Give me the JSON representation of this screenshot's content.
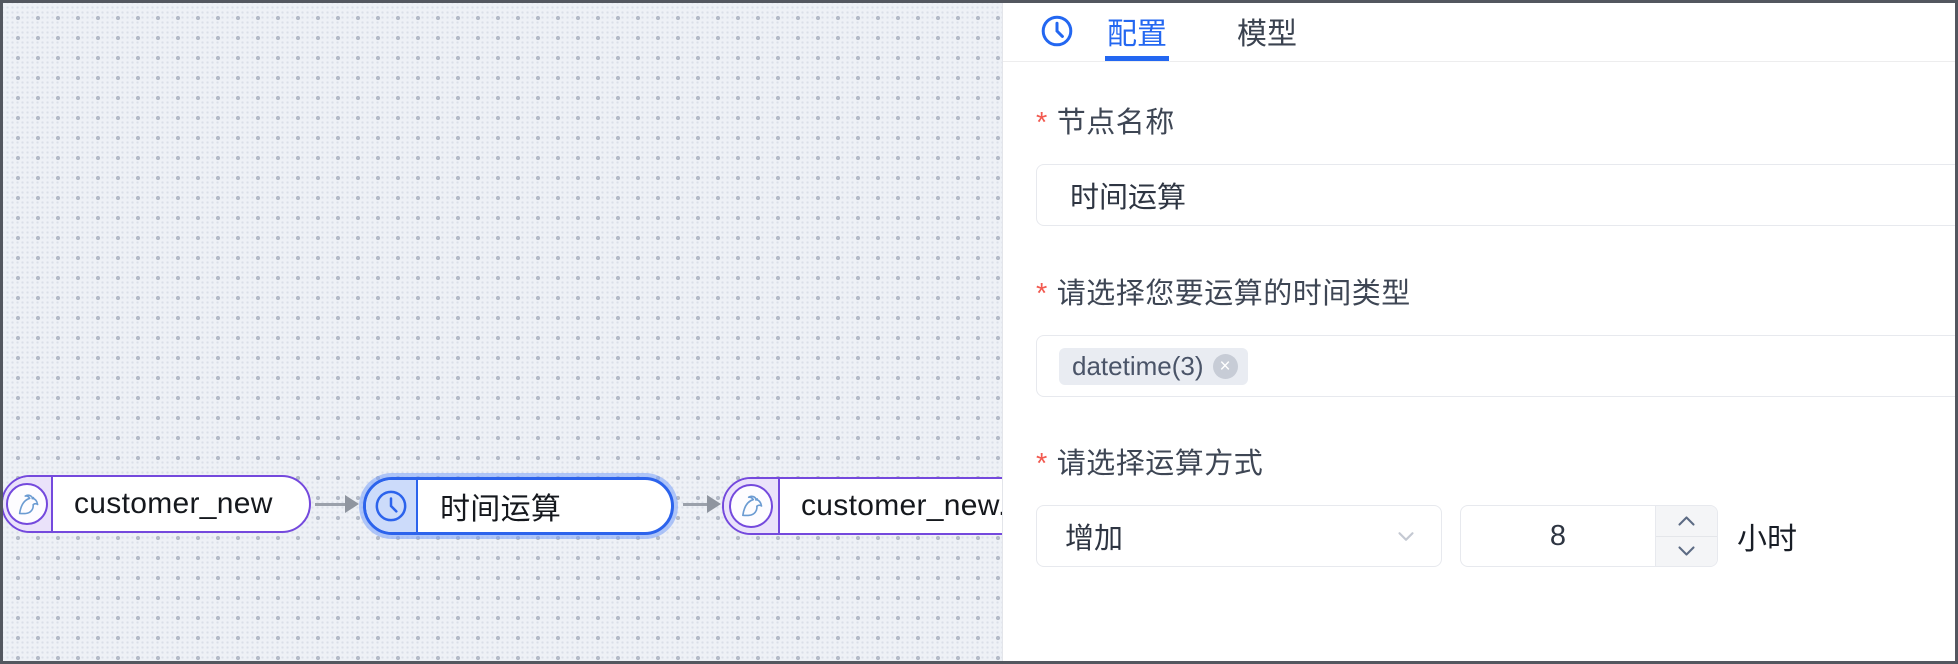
{
  "canvas": {
    "nodes": [
      {
        "label": "customer_new",
        "icon": "mysql-dolphin-icon",
        "state": "default"
      },
      {
        "label": "时间运算",
        "icon": "clock-icon",
        "state": "selected"
      },
      {
        "label": "customer_new.",
        "icon": "mysql-dolphin-icon",
        "state": "default"
      }
    ]
  },
  "panel": {
    "required_marker": "*",
    "header": {
      "icon": "clock-icon",
      "tabs": [
        {
          "label": "配置",
          "active": true
        },
        {
          "label": "模型",
          "active": false
        }
      ]
    },
    "fields": {
      "node_name": {
        "label": "节点名称",
        "value": "时间运算"
      },
      "time_type": {
        "label": "请选择您要运算的时间类型",
        "tags": [
          {
            "text": "datetime(3)",
            "close": "×"
          }
        ]
      },
      "operation": {
        "label": "请选择运算方式",
        "method_value": "增加",
        "amount_value": "8",
        "unit": "小时"
      }
    }
  },
  "colors": {
    "accent_blue": "#2367f1",
    "selected_node_blue": "#2c63ec",
    "node_purple": "#7449dd",
    "required_red": "#f25a50",
    "canvas_bg": "#eef1f6",
    "tag_bg": "#e9ecf2",
    "mysql_icon_blue": "#6b9bd2"
  }
}
